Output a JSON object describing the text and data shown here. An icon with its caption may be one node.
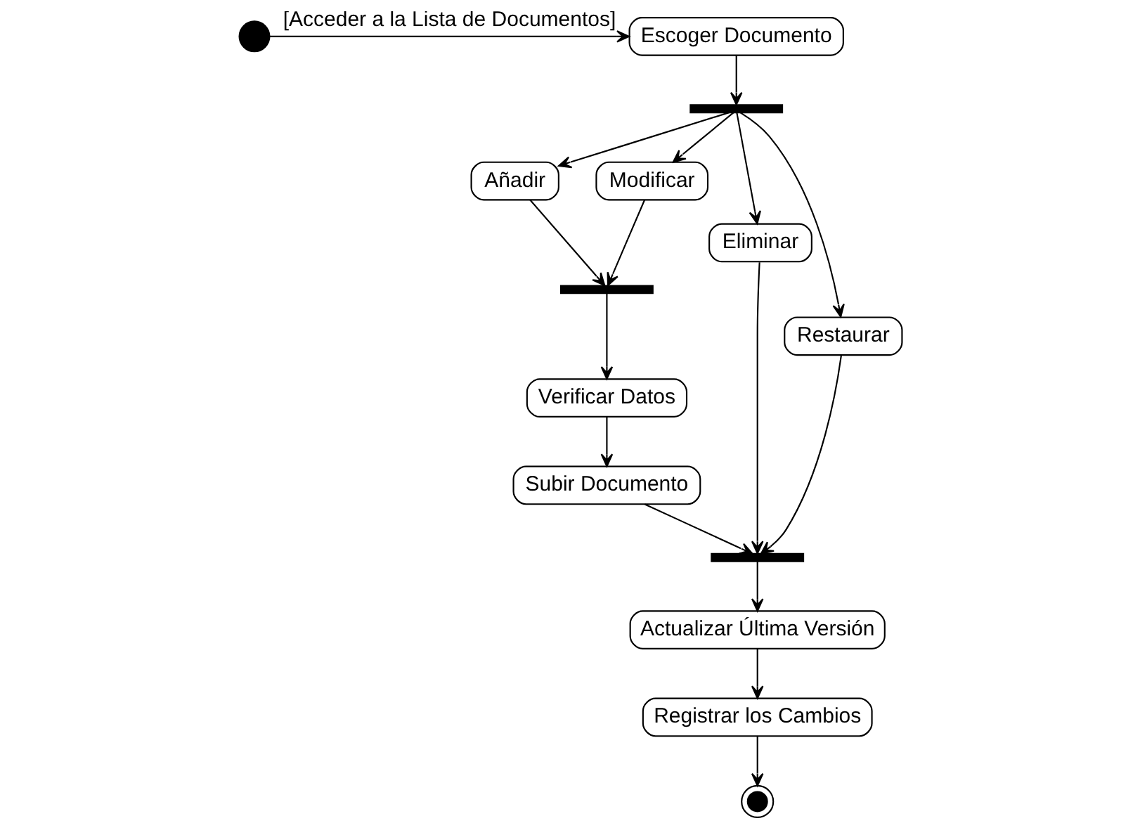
{
  "diagram": {
    "nodes": [
      {
        "text": [],
        "shape": "circle"
      },
      {
        "text": [
          "Escoger Documento"
        ]
      },
      {
        "text": [],
        "shape": "bar"
      },
      {
        "text": [
          "Añadir"
        ]
      },
      {
        "text": [
          "Modificar"
        ]
      },
      {
        "text": [
          "Eliminar"
        ]
      },
      {
        "text": [
          "Restaurar"
        ]
      },
      {
        "text": [],
        "shape": "bar"
      },
      {
        "text": [
          "Verificar Datos"
        ]
      },
      {
        "text": [
          "Subir Documento"
        ]
      },
      {
        "text": [],
        "shape": "bar"
      },
      {
        "text": [
          "Actualizar Última Versión"
        ]
      },
      {
        "text": [
          "Registrar los Cambios"
        ]
      },
      {
        "text": [],
        "shape": "circle"
      }
    ],
    "edges": [
      {
        "from": 0,
        "to": 1,
        "arrow": "to",
        "label": "[Acceder a la Lista de Documentos]"
      },
      {
        "from": 1,
        "to": 2,
        "arrow": "to"
      },
      {
        "from": 2,
        "to": 3,
        "arrow": "to"
      },
      {
        "from": 2,
        "to": 4,
        "arrow": "to"
      },
      {
        "from": 2,
        "to": 5,
        "arrow": "to"
      },
      {
        "from": 2,
        "to": 6,
        "arrow": "to"
      },
      {
        "from": 3,
        "to": 7,
        "arrow": "to"
      },
      {
        "from": 4,
        "to": 7,
        "arrow": "to"
      },
      {
        "from": 7,
        "to": 8,
        "arrow": "to"
      },
      {
        "from": 8,
        "to": 9,
        "arrow": "to"
      },
      {
        "from": 9,
        "to": 10,
        "arrow": "to"
      },
      {
        "from": 5,
        "to": 10,
        "arrow": "to"
      },
      {
        "from": 6,
        "to": 10,
        "arrow": "to"
      },
      {
        "from": 10,
        "to": 11,
        "arrow": "to"
      },
      {
        "from": 11,
        "to": 12,
        "arrow": "to"
      },
      {
        "from": 12,
        "to": 13,
        "arrow": "to"
      }
    ]
  }
}
